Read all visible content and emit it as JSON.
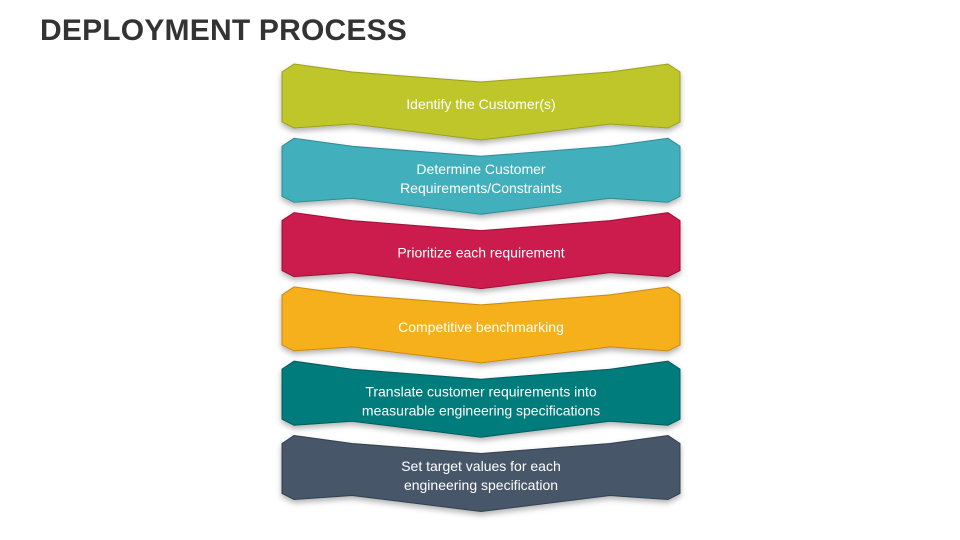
{
  "slide": {
    "title": "DEPLOYMENT PROCESS"
  },
  "steps": [
    {
      "label_lines": [
        "Identify the Customer(s)"
      ],
      "color": "#bfc629",
      "shade": "#9aa01c"
    },
    {
      "label_lines": [
        "Determine Customer",
        "Requirements/Constraints"
      ],
      "color": "#42b0bc",
      "shade": "#2f8b95"
    },
    {
      "label_lines": [
        "Prioritize each requirement"
      ],
      "color": "#cc1a4d",
      "shade": "#9e1039"
    },
    {
      "label_lines": [
        "Competitive benchmarking"
      ],
      "color": "#f6b01b",
      "shade": "#c98a0c"
    },
    {
      "label_lines": [
        "Translate customer requirements into",
        "measurable engineering specifications"
      ],
      "color": "#067b7c",
      "shade": "#045c5d"
    },
    {
      "label_lines": [
        "Set target values for each",
        "engineering specification"
      ],
      "color": "#465669",
      "shade": "#33404f"
    }
  ]
}
